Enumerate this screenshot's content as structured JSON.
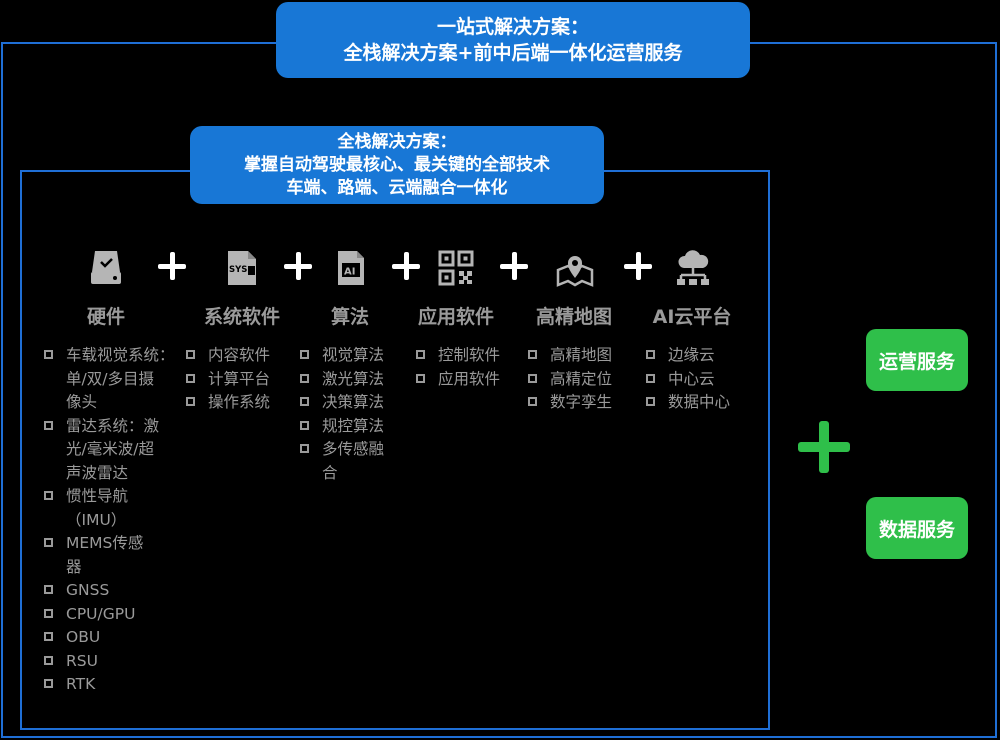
{
  "banner_top": {
    "line1": "一站式解决方案：",
    "line2": "全栈解决方案+前中后端一体化运营服务"
  },
  "banner_mid": {
    "line1": "全栈解决方案：",
    "line2": "掌握自动驾驶最核心、最关键的全部技术",
    "line3": "车端、路端、云端融合一体化"
  },
  "columns": [
    {
      "title": "硬件",
      "icon": "hard-drive-icon",
      "items": [
        [
          "车载视觉系统：",
          "单/双/多目摄",
          "像头"
        ],
        [
          "雷达系统：激",
          "光/毫米波/超",
          "声波雷达"
        ],
        [
          "惯性导航",
          "（IMU）"
        ],
        [
          "MEMS传感",
          "器"
        ],
        [
          "GNSS"
        ],
        [
          "CPU/GPU"
        ],
        [
          "OBU"
        ],
        [
          "RSU"
        ],
        [
          "RTK"
        ]
      ]
    },
    {
      "title": "系统软件",
      "icon": "sys-file-icon",
      "items": [
        [
          "内容软件"
        ],
        [
          "计算平台"
        ],
        [
          "操作系统"
        ]
      ]
    },
    {
      "title": "算法",
      "icon": "ai-file-icon",
      "items": [
        [
          "视觉算法"
        ],
        [
          "激光算法"
        ],
        [
          "决策算法"
        ],
        [
          "规控算法"
        ],
        [
          "多传感融",
          "合"
        ]
      ]
    },
    {
      "title": "应用软件",
      "icon": "qr-code-icon",
      "items": [
        [
          "控制软件"
        ],
        [
          "应用软件"
        ]
      ]
    },
    {
      "title": "高精地图",
      "icon": "map-pin-icon",
      "items": [
        [
          "高精地图"
        ],
        [
          "高精定位"
        ],
        [
          "数字孪生"
        ]
      ]
    },
    {
      "title": "AI云平台",
      "icon": "cloud-network-icon",
      "items": [
        [
          "边缘云"
        ],
        [
          "中心云"
        ],
        [
          "数据中心"
        ]
      ]
    }
  ],
  "services": {
    "operations": "运营服务",
    "data": "数据服务"
  },
  "colors": {
    "frame_blue": "#1f6fd6",
    "banner_blue": "#1877d6",
    "service_green": "#2fbf4a",
    "text_gray": "#9a9a9a"
  }
}
